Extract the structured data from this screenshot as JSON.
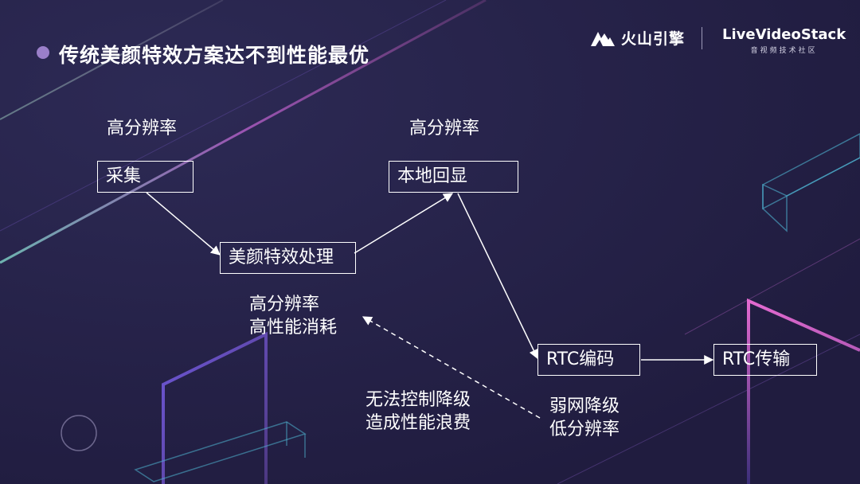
{
  "title": "传统美颜特效方案达不到性能最优",
  "logos": {
    "volcano": "火山引擎",
    "livevideostack": "LiveVideoStack",
    "livevideostack_sub": "音视频技术社区"
  },
  "diagram": {
    "nodes": {
      "capture": "采集",
      "beauty": "美颜特效处理",
      "local_display": "本地回显",
      "rtc_encode": "RTC编码",
      "rtc_transmit": "RTC传输"
    },
    "labels": {
      "capture_res": "高分辨率",
      "display_res": "高分辨率",
      "beauty_note_1": "高分辨率",
      "beauty_note_2": "高性能消耗",
      "waste_1": "无法控制降级",
      "waste_2": "造成性能浪费",
      "weak_1": "弱网降级",
      "weak_2": "低分辨率"
    }
  },
  "colors": {
    "background": "#27234a",
    "accent_bullet": "#9a7fc9",
    "line": "#ffffff"
  }
}
